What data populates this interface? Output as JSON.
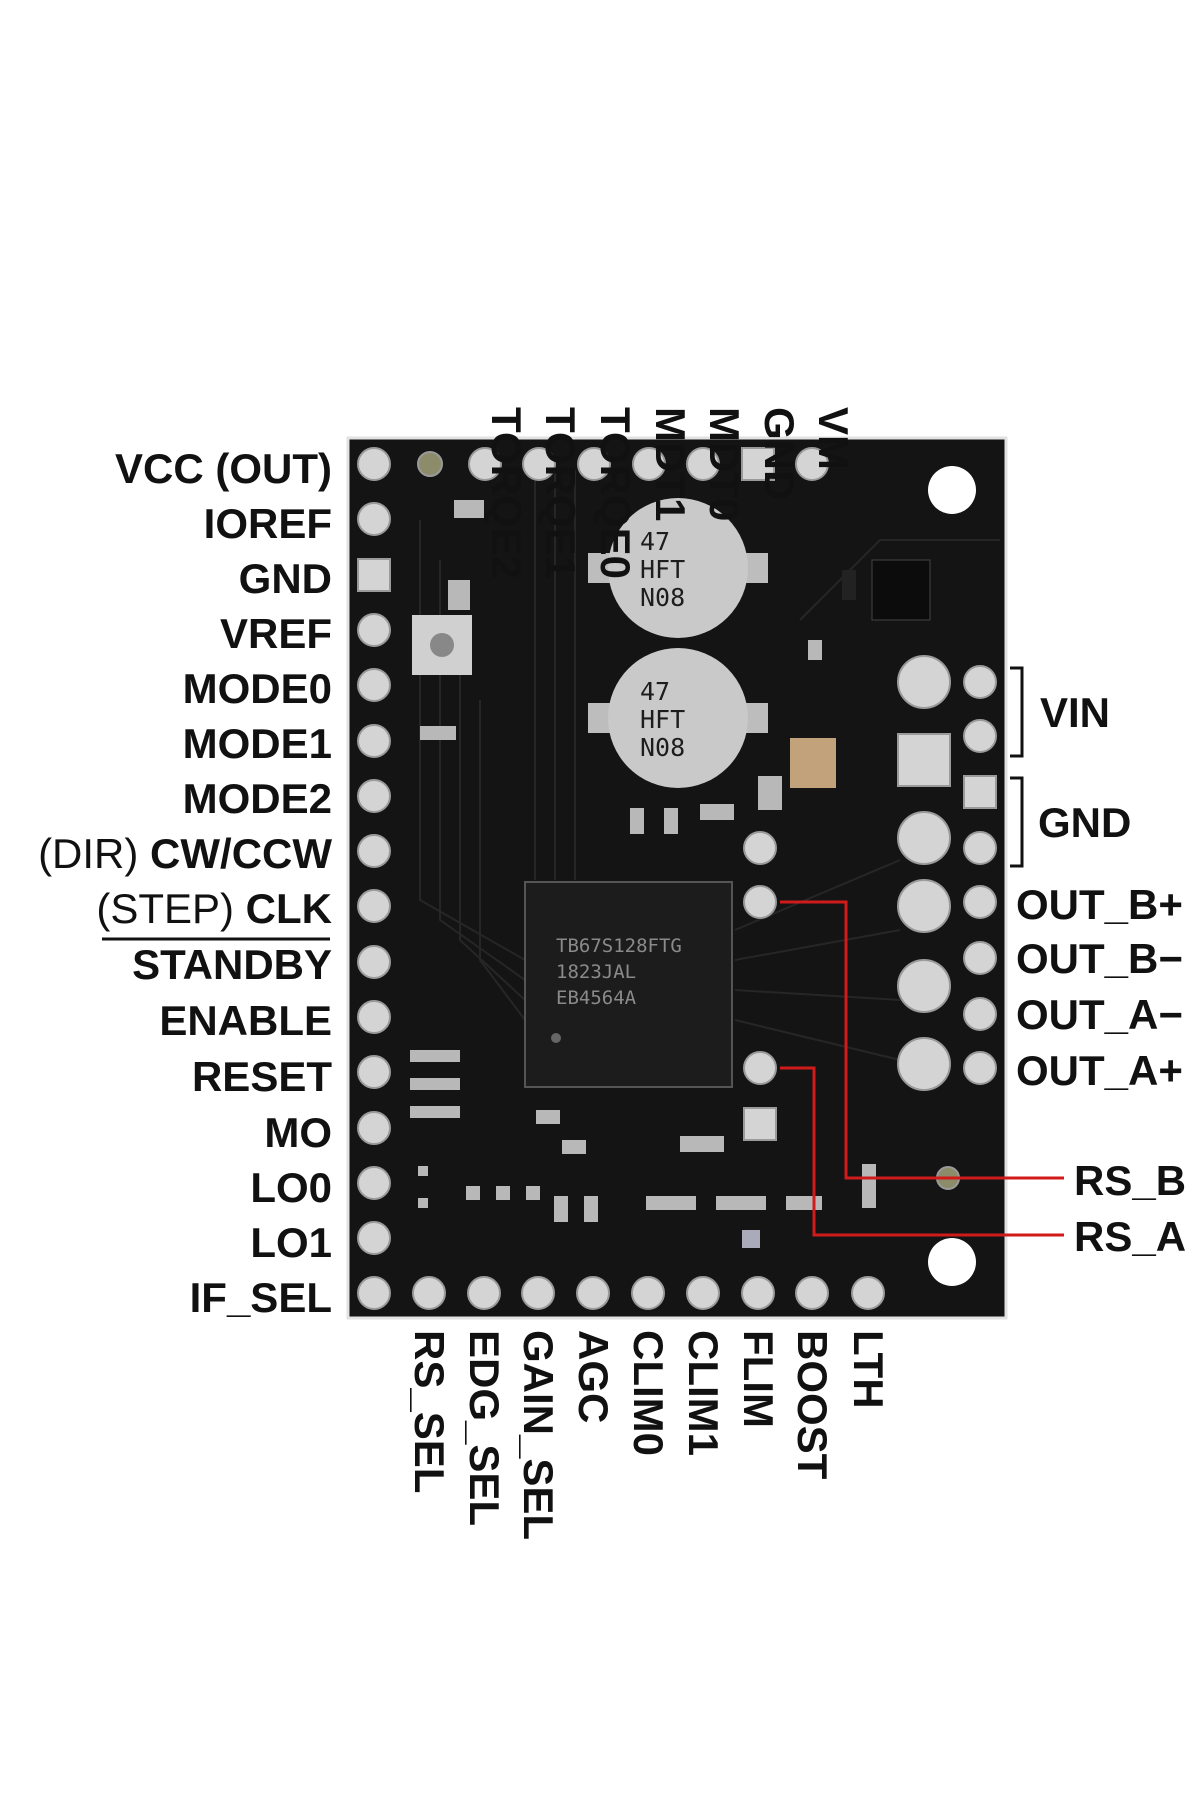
{
  "pins": {
    "left": [
      "VCC (OUT)",
      "IOREF",
      "GND",
      "VREF",
      "MODE0",
      "MODE1",
      "MODE2",
      "(DIR)",
      "CW/CCW",
      "(STEP)",
      "CLK",
      "STANDBY",
      "ENABLE",
      "RESET",
      "MO",
      "LO0",
      "LO1",
      "IF_SEL"
    ],
    "top": [
      "TORQE2",
      "TORQE1",
      "TORQE0",
      "MDT1",
      "MDT0",
      "GND",
      "VM"
    ],
    "bottom": [
      "RS_SEL",
      "EDG_SEL",
      "GAIN_SEL",
      "AGC",
      "CLIM0",
      "CLIM1",
      "FLIM",
      "BOOST",
      "LTH"
    ],
    "right": [
      "VIN",
      "GND",
      "OUT_B+",
      "OUT_B−",
      "OUT_A−",
      "OUT_A+",
      "RS_B",
      "RS_A"
    ]
  },
  "chip_markings": [
    "TB67S128FTG",
    "1823JAL",
    "EB4564A"
  ],
  "capacitor_markings": [
    "47",
    "HFT",
    "N08"
  ],
  "colors": {
    "board": "#141414",
    "pad": "#c8c8c8",
    "callout_line": "#d11a1a",
    "label": "#111111"
  }
}
